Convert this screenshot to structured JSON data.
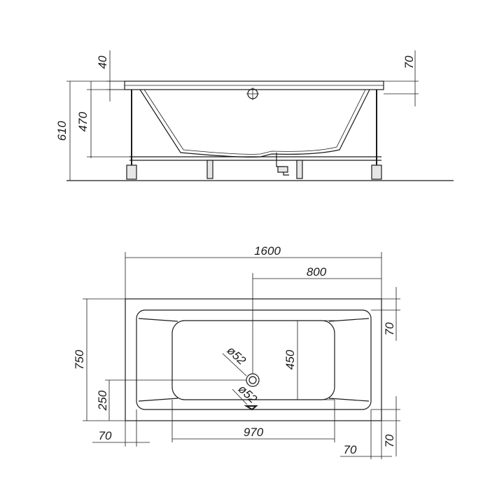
{
  "side_view": {
    "dim_total_height": "610",
    "dim_inner_height": "470",
    "dim_rim_left": "40",
    "dim_rim_right": "70"
  },
  "top_view": {
    "dim_length": "1600",
    "dim_drain_from_right": "800",
    "dim_width": "750",
    "dim_drain_from_bottom": "250",
    "dim_inner_width": "450",
    "dim_bottom_length": "970",
    "dim_right_top": "70",
    "dim_right_bottom": "70",
    "dim_left_bottom": "70",
    "dim_bottom_right": "70",
    "label_drain_diameter": "ø52",
    "label_overflow_diameter": "ø52"
  }
}
